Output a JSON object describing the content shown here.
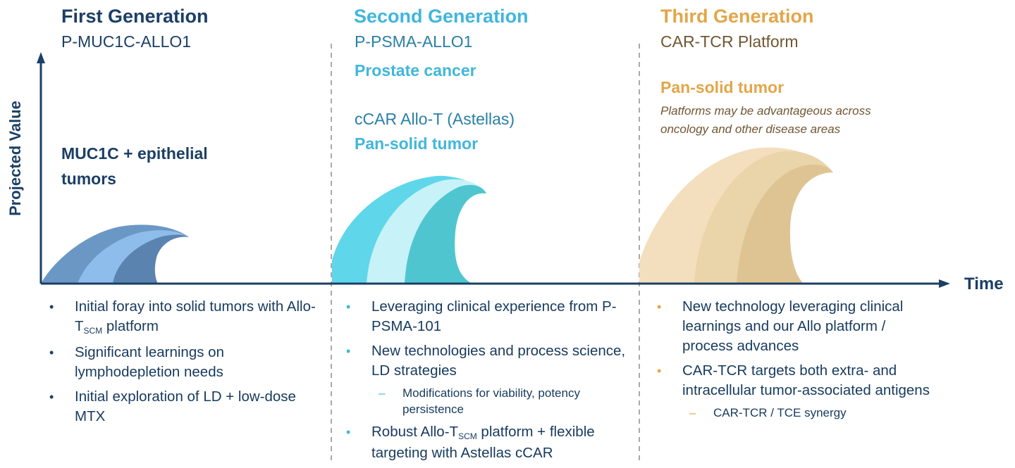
{
  "axes": {
    "y_label": "Projected Value",
    "x_label": "Time"
  },
  "colors": {
    "navy": "#1b3f66",
    "blue": "#41b6dc",
    "gold": "#e3a649",
    "brown": "#6f5631",
    "divider": "#a9a9a9"
  },
  "generations": [
    {
      "title": "First Generation",
      "product": "P-MUC1C-ALLO1",
      "focus": "MUC1C + epithelial tumors",
      "bullets": [
        {
          "pre": "Initial foray into solid tumors with Allo-T",
          "sub": "SCM",
          "post": " platform"
        },
        {
          "pre": "Significant learnings on lymphodepletion needs",
          "sub": "",
          "post": ""
        },
        {
          "pre": "Initial exploration of LD + low-dose MTX",
          "sub": "",
          "post": ""
        }
      ]
    },
    {
      "title": "Second Generation",
      "product": "P-PSMA-ALLO1",
      "focus": "Prostate cancer",
      "product2": "cCAR Allo-T (Astellas)",
      "focus2": "Pan-solid tumor",
      "bullets": [
        {
          "pre": "Leveraging clinical experience from P-PSMA-101",
          "sub": "",
          "post": ""
        },
        {
          "pre": "New technologies and process science, LD strategies",
          "sub": "",
          "post": ""
        },
        {
          "pre": "Robust Allo-T",
          "sub": "SCM",
          "post": " platform + flexible targeting with Astellas cCAR"
        }
      ],
      "subbullet": "Modifications for viability, potency persistence"
    },
    {
      "title": "Third Generation",
      "product": "CAR-TCR Platform",
      "focus": "Pan-solid tumor",
      "note": "Platforms may be advantageous across oncology and other disease areas",
      "bullets": [
        {
          "pre": "New technology leveraging clinical learnings and our Allo platform / process advances",
          "sub": "",
          "post": ""
        },
        {
          "pre": "CAR-TCR targets both extra- and intracellular tumor-associated antigens",
          "sub": "",
          "post": ""
        }
      ],
      "subbullet": "CAR-TCR / TCE synergy"
    }
  ]
}
